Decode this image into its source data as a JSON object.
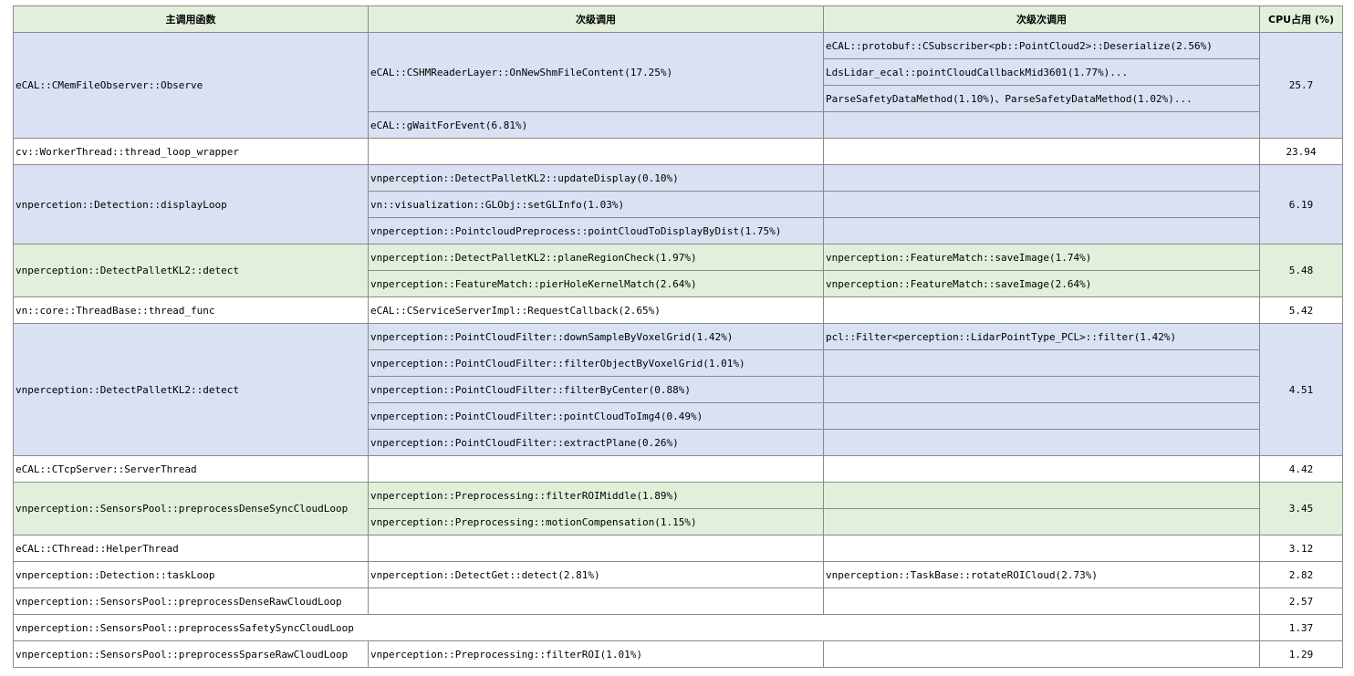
{
  "headers": [
    "主调用函数",
    "次级调用",
    "次级次调用",
    "CPU占用 (%)"
  ],
  "colors": {
    "header": "#e2efda",
    "blue": "#d9e1f2",
    "green": "#e2efda",
    "white": "#ffffff",
    "border": "#8a8a8a"
  },
  "groups": [
    {
      "main": "eCAL::CMemFileObserver::Observe",
      "cpu": "25.7",
      "bg": "blue",
      "layout": "observe",
      "sub": [
        "eCAL::CSHMReaderLayer::OnNewShmFileContent(17.25%)",
        "eCAL::gWaitForEvent(6.81%)"
      ],
      "subsub": [
        "eCAL::protobuf::CSubscriber<pb::PointCloud2>::Deserialize(2.56%)",
        "LdsLidar_ecal::pointCloudCallbackMid3601(1.77%)...",
        "ParseSafetyDataMethod(1.10%)、ParseSafetyDataMethod(1.02%)..."
      ]
    },
    {
      "main": "cv::WorkerThread::thread_loop_wrapper",
      "cpu": "23.94",
      "bg": "white",
      "sub": [
        ""
      ],
      "subsub": [
        ""
      ]
    },
    {
      "main": "vnpercetion::Detection::displayLoop",
      "cpu": "6.19",
      "bg": "blue",
      "sub": [
        "vnperception::DetectPalletKL2::updateDisplay(0.10%)",
        "vn::visualization::GLObj::setGLInfo(1.03%)",
        "vnperception::PointcloudPreprocess::pointCloudToDisplayByDist(1.75%)"
      ],
      "subsub": [
        "",
        "",
        ""
      ]
    },
    {
      "main": "vnperception::DetectPalletKL2::detect",
      "cpu": "5.48",
      "bg": "green",
      "sub": [
        "vnperception::DetectPalletKL2::planeRegionCheck(1.97%)",
        "vnperception::FeatureMatch::pierHoleKernelMatch(2.64%)"
      ],
      "subsub": [
        "vnperception::FeatureMatch::saveImage(1.74%)",
        "vnperception::FeatureMatch::saveImage(2.64%)"
      ]
    },
    {
      "main": "vn::core::ThreadBase::thread_func",
      "cpu": "5.42",
      "bg": "white",
      "sub": [
        "eCAL::CServiceServerImpl::RequestCallback(2.65%)"
      ],
      "subsub": [
        ""
      ]
    },
    {
      "main": "vnperception::DetectPalletKL2::detect",
      "cpu": "4.51",
      "bg": "blue",
      "sub": [
        "vnperception::PointCloudFilter::downSampleByVoxelGrid(1.42%)",
        "vnperception::PointCloudFilter::filterObjectByVoxelGrid(1.01%)",
        "vnperception::PointCloudFilter::filterByCenter(0.88%)",
        "vnperception::PointCloudFilter::pointCloudToImg4(0.49%)",
        "vnperception::PointCloudFilter::extractPlane(0.26%)"
      ],
      "subsub": [
        "pcl::Filter<perception::LidarPointType_PCL>::filter(1.42%)",
        "",
        "",
        "",
        ""
      ]
    },
    {
      "main": "eCAL::CTcpServer::ServerThread",
      "cpu": "4.42",
      "bg": "white",
      "sub": [
        ""
      ],
      "subsub": [
        ""
      ]
    },
    {
      "main": "vnperception::SensorsPool::preprocessDenseSyncCloudLoop",
      "cpu": "3.45",
      "bg": "green",
      "sub": [
        "vnperception::Preprocessing::filterROIMiddle(1.89%)",
        "vnperception::Preprocessing::motionCompensation(1.15%)"
      ],
      "subsub": [
        "",
        ""
      ]
    },
    {
      "main": "eCAL::CThread::HelperThread",
      "cpu": "3.12",
      "bg": "white",
      "sub": [
        ""
      ],
      "subsub": [
        ""
      ]
    },
    {
      "main": "vnperception::Detection::taskLoop",
      "cpu": "2.82",
      "bg": "white",
      "sub": [
        "vnperception::DetectGet::detect(2.81%)"
      ],
      "subsub": [
        "vnperception::TaskBase::rotateROICloud(2.73%)"
      ]
    },
    {
      "main": "vnperception::SensorsPool::preprocessDenseRawCloudLoop",
      "cpu": "2.57",
      "bg": "white",
      "sub": [
        ""
      ],
      "subsub": [
        ""
      ]
    },
    {
      "main": "vnperception::SensorsPool::preprocessSafetySyncCloudLoop",
      "cpu": "1.37",
      "bg": "white",
      "sub": [
        ""
      ],
      "subsub": [
        ""
      ]
    },
    {
      "main": "vnperception::SensorsPool::preprocessSparseRawCloudLoop",
      "cpu": "1.29",
      "bg": "white",
      "sub": [
        "vnperception::Preprocessing::filterROI(1.01%)"
      ],
      "subsub": [
        ""
      ]
    }
  ]
}
